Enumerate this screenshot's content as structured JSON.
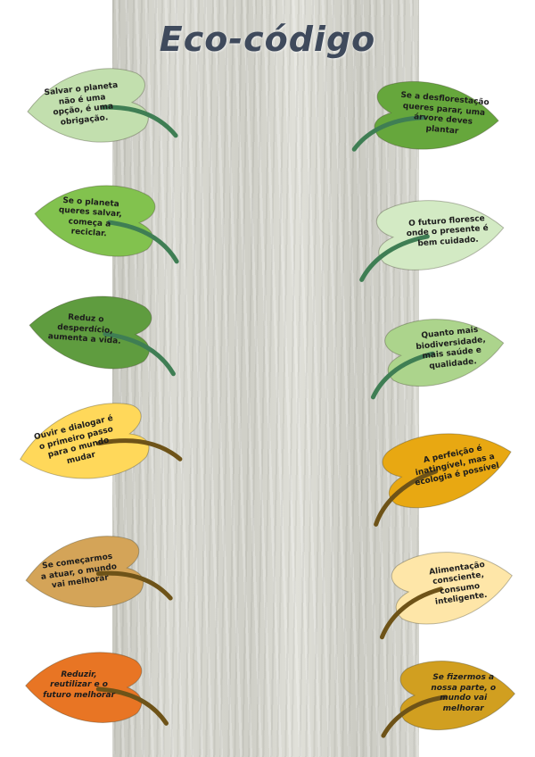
{
  "title": "Eco-código",
  "colors": {
    "trunk": "#d2d2cb",
    "leaf_light_green": "#c2dfae",
    "leaf_green": "#7ec04e",
    "leaf_dark_green": "#5a9a3c",
    "leaf_yellow": "#ffd85a",
    "leaf_amber": "#e7a612",
    "leaf_pale_yellow": "#fde7a6",
    "leaf_tan": "#d2a052",
    "leaf_orange": "#e97623",
    "leaf_gold": "#d19e1e",
    "stem_green": "#3f7e54",
    "stem_brown": "#6e5318"
  },
  "leaves": [
    {
      "text": "Salvar o planeta não é uma opção, é uma obrigação.",
      "color": "#c2dfae",
      "stem": "#3f7e54"
    },
    {
      "text": "Se a desflorestação queres parar, uma árvore deves plantar",
      "color": "#66a73c",
      "stem": "#3f7e54"
    },
    {
      "text": "Se o planeta queres salvar, começa a reciclar.",
      "color": "#82c24e",
      "stem": "#3f7e54"
    },
    {
      "text": "O futuro floresce onde o presente é bem cuidado.",
      "color": "#d3eac4",
      "stem": "#3f7e54"
    },
    {
      "text": "Reduz o desperdício, aumenta a vida.",
      "color": "#5f9c3f",
      "stem": "#3f7e54"
    },
    {
      "text": "Quanto mais biodiversidade, mais saúde e qualidade.",
      "color": "#acd48c",
      "stem": "#3f7e54"
    },
    {
      "text": "Ouvir e dialogar é o primeiro passo para o mundo mudar",
      "color": "#ffd85a",
      "stem": "#6e5318"
    },
    {
      "text": "A perfeição é inatingível, mas a ecologia é possível",
      "color": "#e8a812",
      "stem": "#6e5318"
    },
    {
      "text": "Se começarmos a atuar, o mundo vai melhorar",
      "color": "#d4a458",
      "stem": "#6e5318"
    },
    {
      "text": "Alimentação consciente, consumo inteligente.",
      "color": "#fee6a8",
      "stem": "#6e5318"
    },
    {
      "text": "Reduzir, reutilizar e o futuro melhorar",
      "color": "#e87524",
      "stem": "#6e5318"
    },
    {
      "text": "Se fizermos a nossa parte, o mundo vai melhorar",
      "color": "#d19f20",
      "stem": "#6e5318"
    }
  ]
}
